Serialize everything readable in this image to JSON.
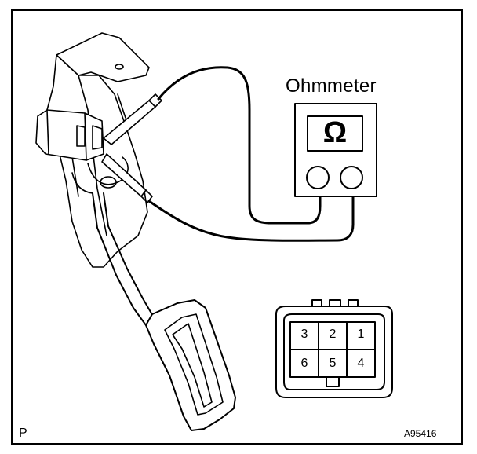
{
  "ohmmeter": {
    "title": "Ohmmeter",
    "symbol": "Ω"
  },
  "connector": {
    "pins": [
      {
        "label": "3"
      },
      {
        "label": "2"
      },
      {
        "label": "1"
      },
      {
        "label": "6"
      },
      {
        "label": "5"
      },
      {
        "label": "4"
      }
    ]
  },
  "corner_label": "P",
  "figure_code": "A95416"
}
